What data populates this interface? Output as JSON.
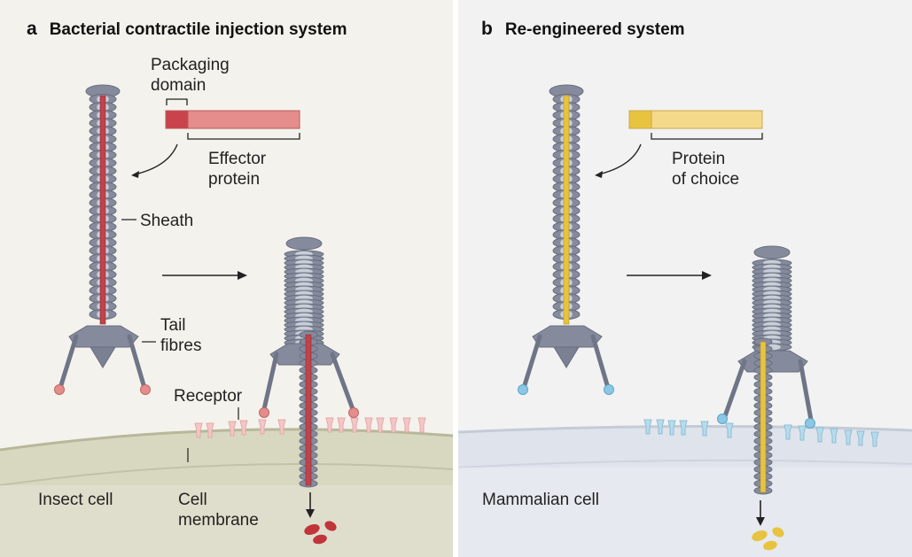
{
  "panels": [
    {
      "letter": "a",
      "title": "Bacterial contractile injection system",
      "labels": {
        "packaging": "Packaging\ndomain",
        "effector": "Effector\nprotein",
        "sheath": "Sheath",
        "tail": "Tail\nfibres",
        "receptor": "Receptor",
        "cell": "Insect cell",
        "membrane": "Cell\nmembrane"
      }
    },
    {
      "letter": "b",
      "title": "Re-engineered system",
      "labels": {
        "protein": "Protein\nof choice",
        "cell": "Mammalian cell"
      }
    }
  ],
  "colors": {
    "sheath": "#858b9c",
    "sheath_light": "#c9ced8",
    "effector": "#c0434c",
    "effector_light": "#e58c8c",
    "protein_choice": "#e8c340",
    "protein_choice_light": "#f5d98b",
    "receptor_a": "#f4c6c6",
    "receptor_b": "#b6dbec",
    "insect_cell": "#d8d8c0",
    "mammalian_cell": "#dfe3eb"
  }
}
